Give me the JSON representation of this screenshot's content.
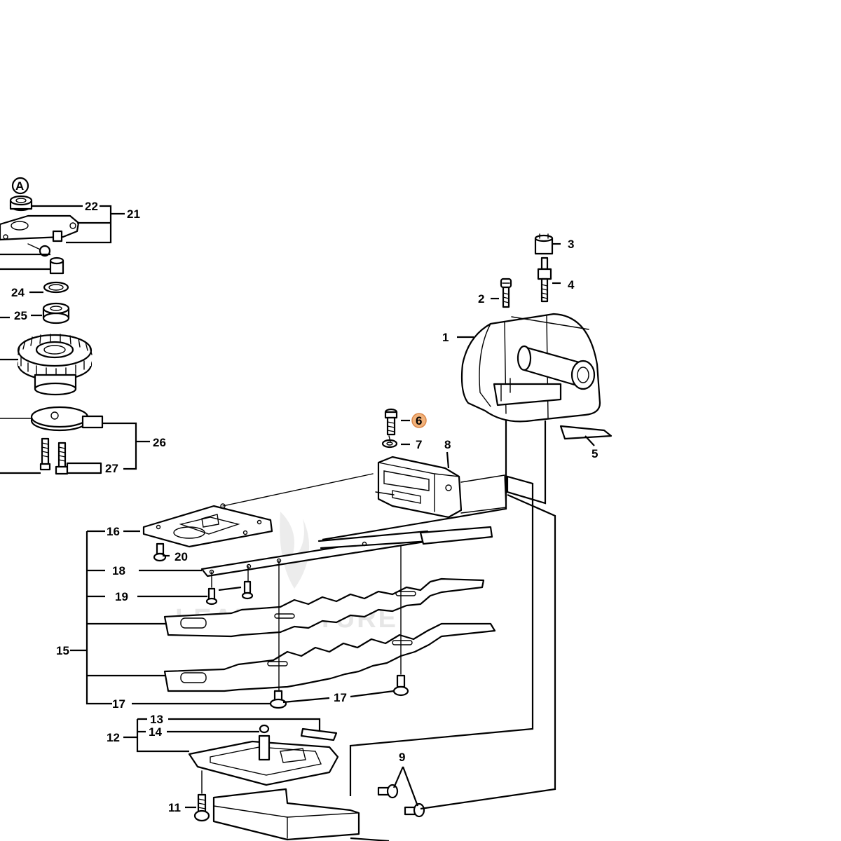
{
  "diagram": {
    "marker_letter": "A",
    "highlighted_callout": "6",
    "highlight_color": "#f2b27a",
    "watermark_text": "LEADVENTURE",
    "callouts": {
      "c1": "1",
      "c2": "2",
      "c3": "3",
      "c4": "4",
      "c5": "5",
      "c6": "6",
      "c7": "7",
      "c8": "8",
      "c9": "9",
      "c11": "11",
      "c12": "12",
      "c13": "13",
      "c14": "14",
      "c15": "15",
      "c16": "16",
      "c17a": "17",
      "c17b": "17",
      "c18": "18",
      "c19": "19",
      "c20": "20",
      "c21": "21",
      "c22": "22",
      "c24": "24",
      "c25": "25",
      "c26": "26",
      "c27": "27"
    }
  }
}
